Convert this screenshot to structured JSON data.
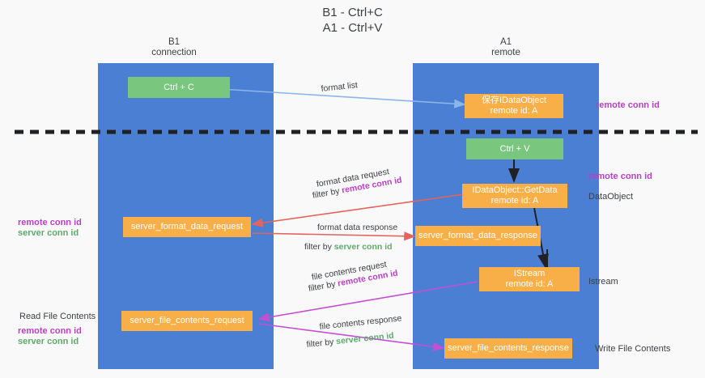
{
  "title": {
    "line1": "B1 - Ctrl+C",
    "line2": "A1 - Ctrl+V"
  },
  "columns": [
    {
      "name": "B1",
      "sub": "connection"
    },
    {
      "name": "A1",
      "sub": "remote"
    }
  ],
  "colors": {
    "lane": "#4a7fd4",
    "box_green": "#79c67f",
    "box_orange": "#f9af48",
    "accent_remote_conn": "#b93fc4",
    "accent_server_conn": "#5fa96b",
    "arrow_format_list": "#8ab6e8",
    "arrow_format_data": "#e4635d",
    "arrow_file_contents": "#c council",
    "arrow_file": "#c34fd1",
    "arrow_black": "#202124",
    "divider": "#202124",
    "background": "#f9f9fa"
  },
  "boxes": {
    "ctrl_c": "Ctrl + C",
    "ctrl_v": "Ctrl + V",
    "save_idataobject_l1": "保存IDataObject",
    "save_idataobject_l2": "remote id: A",
    "getdata_l1": "IDataObject::GetData",
    "getdata_l2": "remote id: A",
    "istream_l1": "IStream",
    "istream_l2": "remote id: A",
    "server_format_data_request": "server_format_data_request",
    "server_format_data_response": "server_format_data_response",
    "server_file_contents_request": "server_file_contents_request",
    "server_file_contents_response": "server_file_contents_response"
  },
  "edges": {
    "format_list": "format list",
    "format_data_request": "format data request",
    "format_data_request_filter_pre": "filter by ",
    "format_data_request_filter_key": "remote conn id",
    "format_data_response": "format data response",
    "format_data_response_filter_pre": "filter by ",
    "format_data_response_filter_key": "server conn id",
    "file_contents_request": "file contents request",
    "file_contents_request_filter_pre": "filter by ",
    "file_contents_request_filter_key": "remote conn id",
    "file_contents_response": "file contents response",
    "file_contents_response_filter_pre": "filter by ",
    "file_contents_response_filter_key": "server conn id"
  },
  "annotations": {
    "right_remote_conn_top": "remote conn id",
    "right_remote_conn_mid": "remote conn id",
    "right_dataobject": "DataObject",
    "right_istream": "Istream",
    "right_write_file_contents": "Write File Contents",
    "left_remote_conn_mid": "remote conn id",
    "left_server_conn_mid": "server conn id",
    "left_read_file_contents": "Read File Contents",
    "left_remote_conn_bottom": "remote conn id",
    "left_server_conn_bottom": "server conn id"
  }
}
